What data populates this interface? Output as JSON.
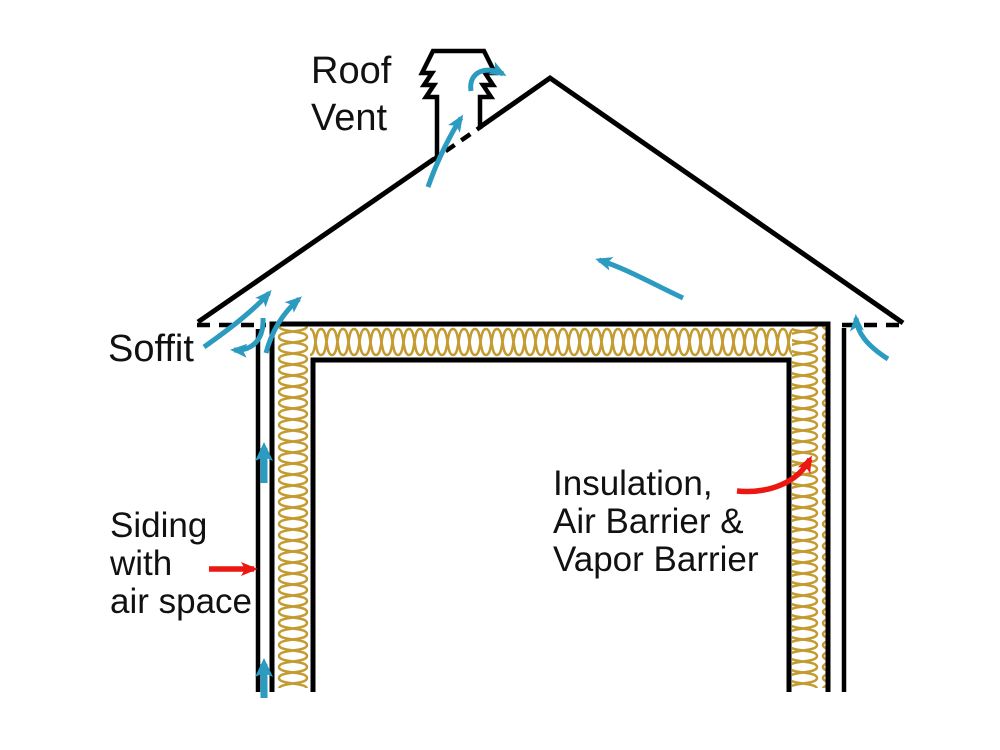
{
  "diagram": {
    "labels": {
      "roof_vent": "Roof\nVent",
      "soffit": "Soffit",
      "siding": "Siding\nwith\nair space",
      "insulation": "Insulation,\nAir Barrier &\nVapor Barrier"
    },
    "colors": {
      "background": "#FFFFFF",
      "line_black": "#000000",
      "airflow_blue": "#2B9BC0",
      "callout_red": "#EC1711",
      "insulation_gold": "#C49B31"
    },
    "legend_semantics": {
      "blue_arrows": "air flow (soffit intake, wall air space, attic, roof vent exhaust)",
      "red_arrows": "label callout pointers",
      "gold_coil": "batt insulation",
      "dashed_lines": "soffit vent openings and roof plane through vent"
    },
    "airflow_arrow_count": 9,
    "callout_arrow_count": 2
  }
}
